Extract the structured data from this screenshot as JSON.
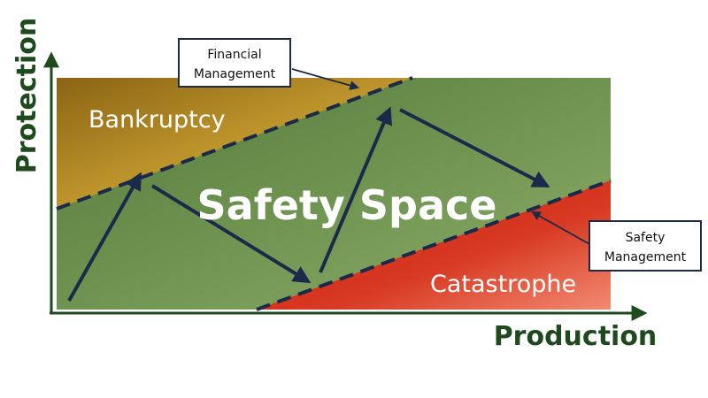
{
  "title": "Safety Space",
  "regions": {
    "upper": "Bankruptcy",
    "lower": "Catastrophe"
  },
  "axes": {
    "x": "Production",
    "y": "Protection"
  },
  "callouts": {
    "financial": [
      "Financial",
      "Management"
    ],
    "safety": [
      "Safety",
      "Management"
    ]
  },
  "colors": {
    "axis": "#1e4a1e",
    "safety_space": "#6b8f4e",
    "bankruptcy": "#c8a332",
    "catastrophe": "#d0281c",
    "boundary": "#1b2a4a",
    "arrow": "#1b2a4a",
    "callout_border": "#1b2a4a"
  }
}
